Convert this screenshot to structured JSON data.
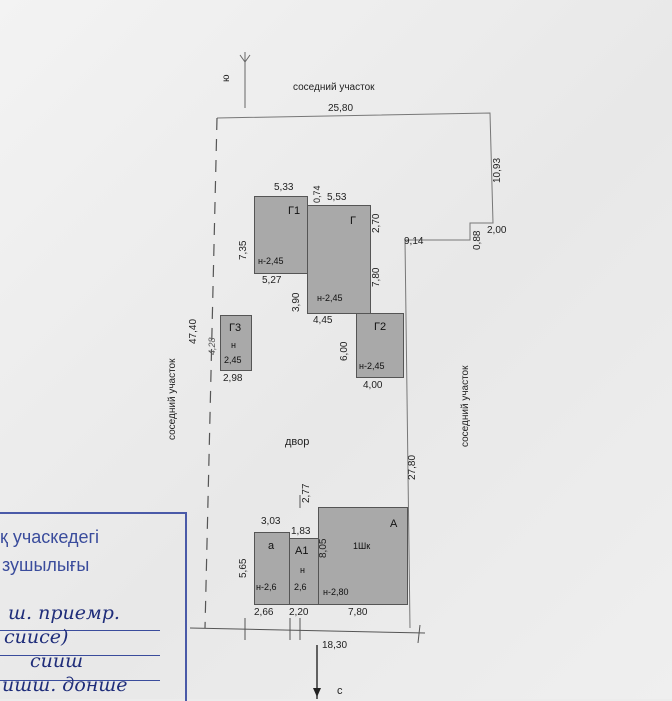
{
  "north_label": "ю",
  "south_label": "с",
  "neighbor_top": "соседний участок",
  "neighbor_left": "соседний участок",
  "neighbor_right": "соседний участок",
  "yard_label": "двор",
  "dims": {
    "top": "25,80",
    "right_upper": "10,93",
    "step_h": "9,14",
    "step_v": "0,88",
    "step_right": "2,00",
    "left": "47,40",
    "right_lower": "27,80",
    "bottom_total": "18,30",
    "g1_top": "5,33",
    "g1_left": "7,35",
    "g1_bottom": "5,27",
    "g_gap": "0,74",
    "g_top": "5,53",
    "g_right_a": "2,70",
    "g_right_b": "7,80",
    "g_left": "3,90",
    "g_bottom": "4,45",
    "g3_width": "2,98",
    "g3_note": "4,28",
    "g2_left": "6,00",
    "g2_bottom": "4,00",
    "a_dist": "2,77",
    "a_small_top": "3,03",
    "a_small_left": "5,65",
    "a1_top": "1,83",
    "big_a_left": "8,05",
    "bottom_a": "2,66",
    "bottom_a1": "2,20",
    "bottom_big_a": "7,80"
  },
  "buildings": {
    "g1": {
      "name": "Г1",
      "height": "н-2,45"
    },
    "g": {
      "name": "Г",
      "height": "н-2,45"
    },
    "g3": {
      "name": "Г3",
      "height_a": "н",
      "height_b": "2,45"
    },
    "g2": {
      "name": "Г2",
      "height": "н-2,45"
    },
    "a_small": {
      "name": "а",
      "height": "н-2,6"
    },
    "a1": {
      "name": "А1",
      "height_a": "н",
      "height_b": "2,6"
    },
    "big_a": {
      "name": "А",
      "floors": "1Шк",
      "height": "н-2,80"
    }
  },
  "stamp": {
    "line1": "қ учаскедегі",
    "line2": "зушылығы",
    "hand1": "ш. приемр.",
    "hand2": "сиисе)",
    "hand3": "сииш",
    "hand4": "ишш. донше"
  },
  "colors": {
    "building_fill": "#a9a9a9",
    "stamp_ink": "#3a4c9c"
  }
}
